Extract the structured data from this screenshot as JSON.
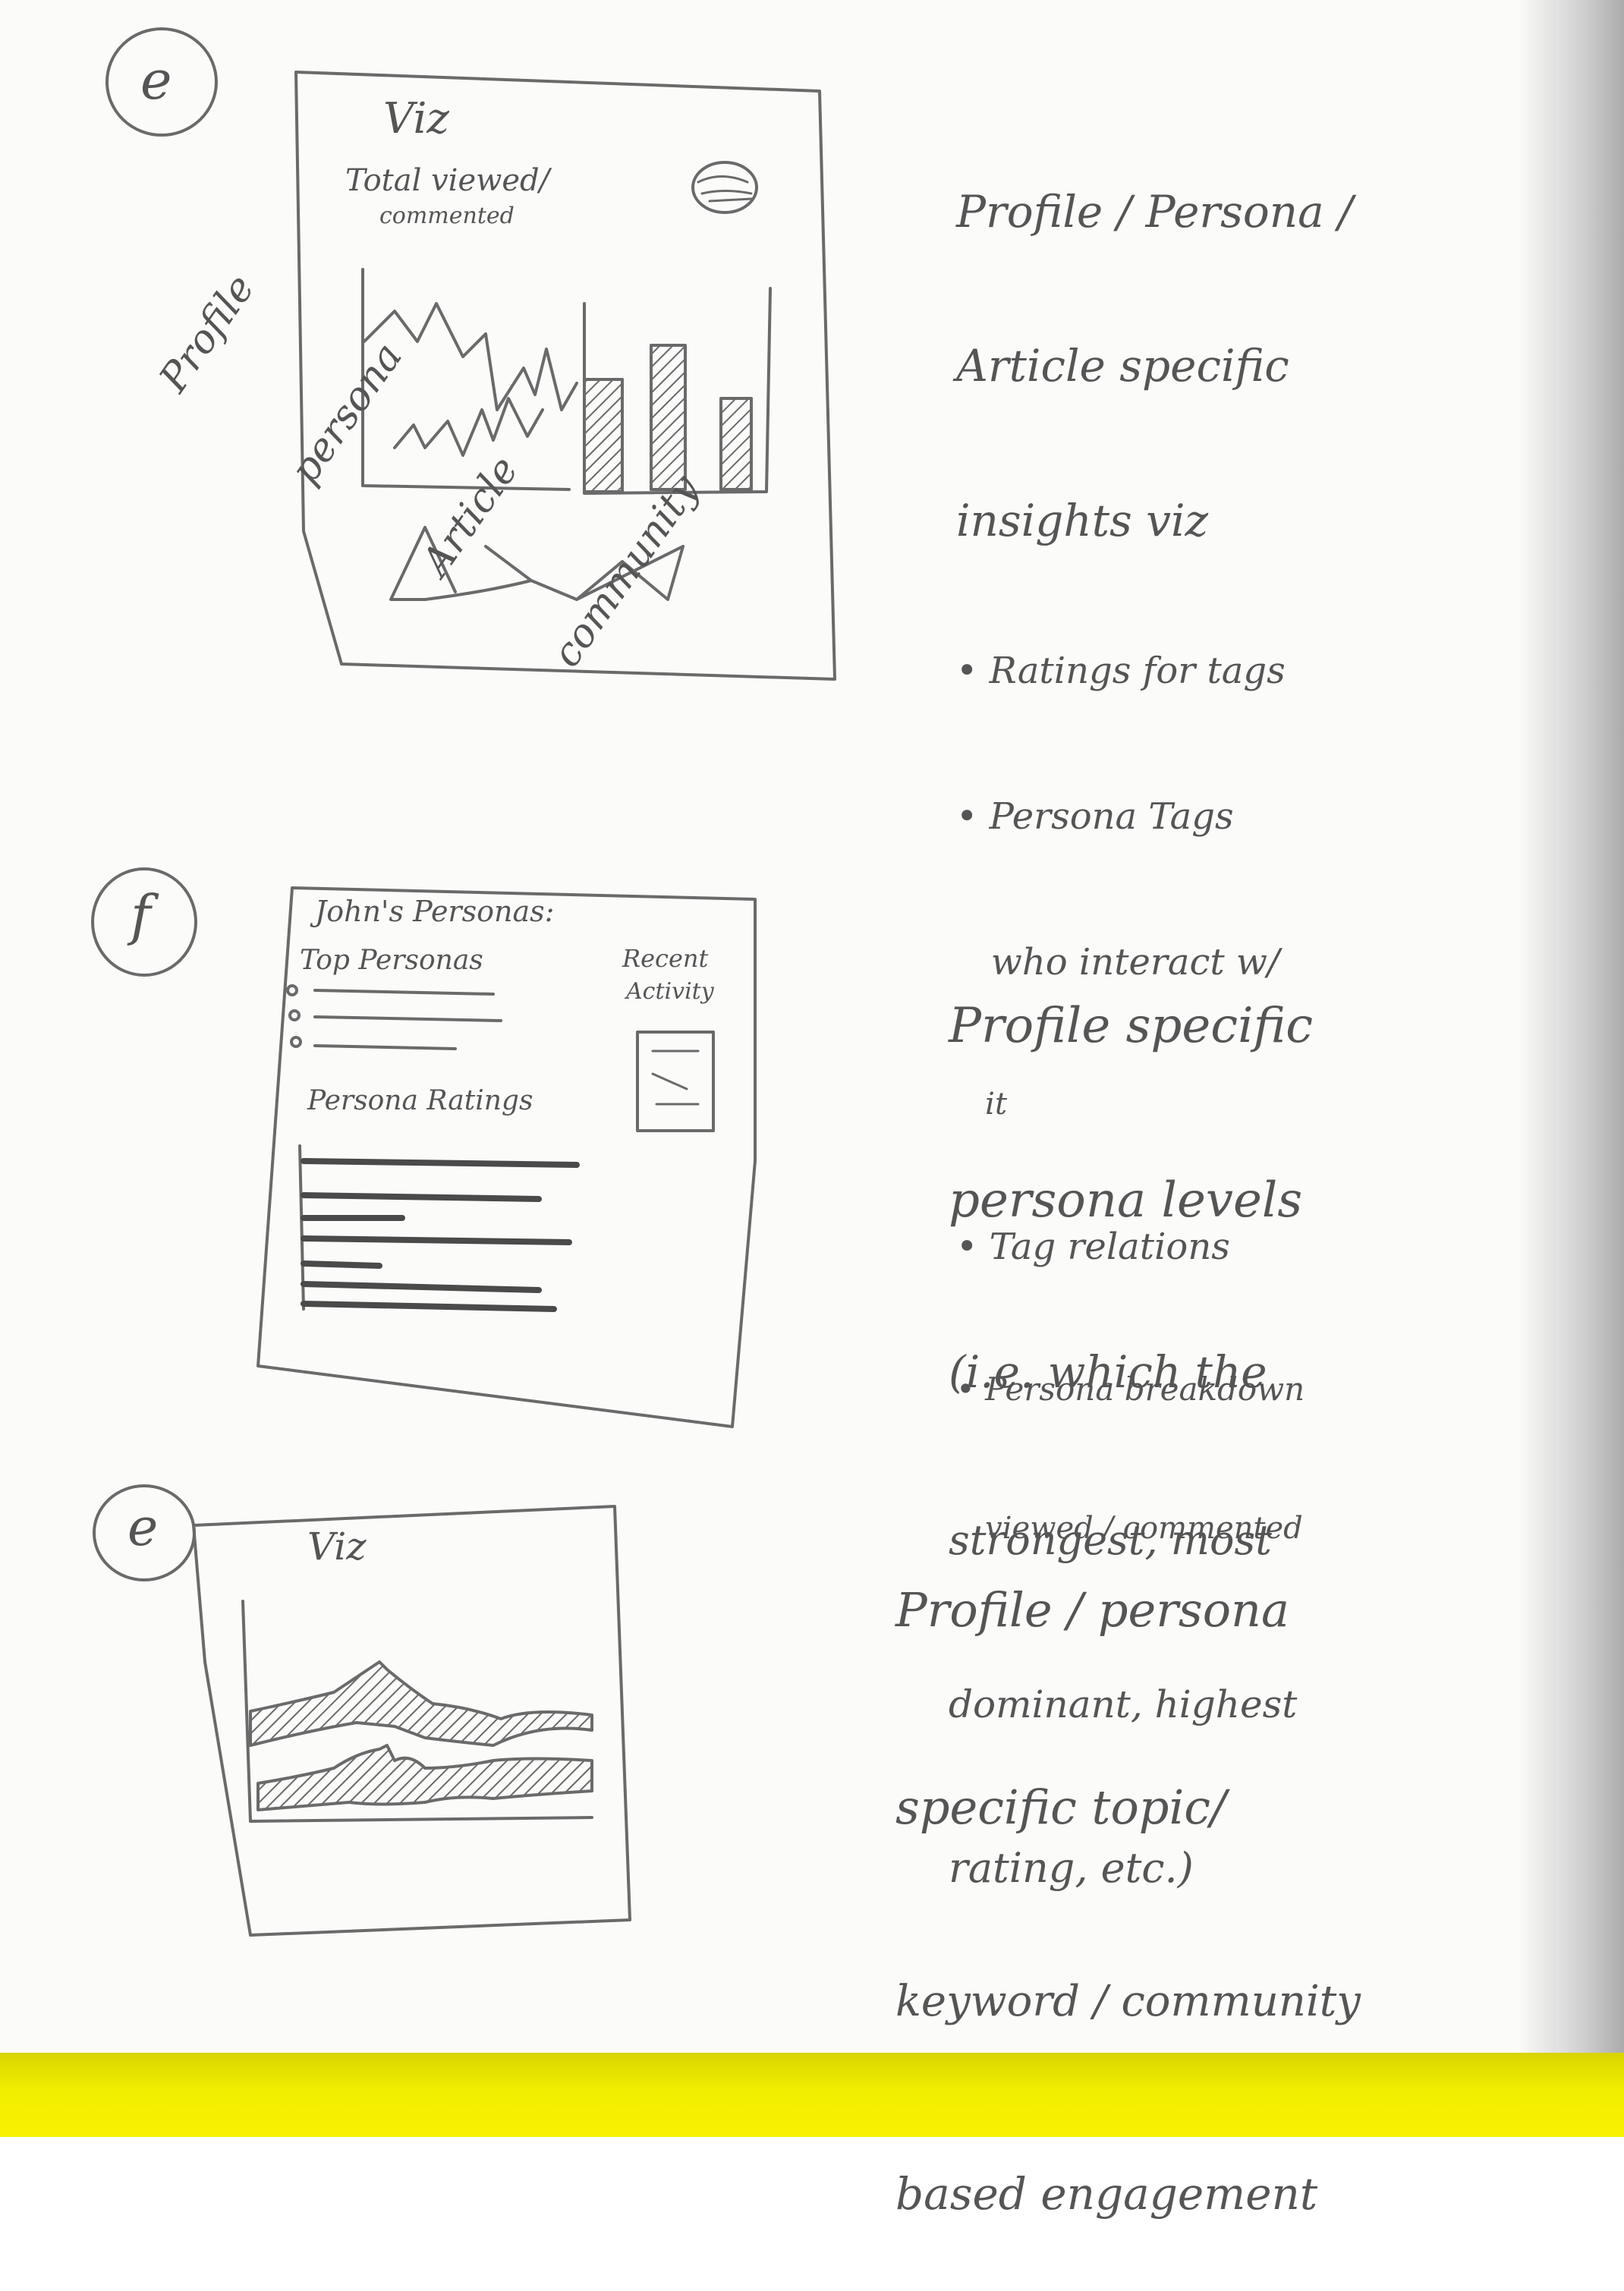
{
  "colors": {
    "paper": "#fbfbfa",
    "pencil": "#555555",
    "strip": "#f2ee00"
  },
  "sketch_e1": {
    "circle_label": "e",
    "side_note": [
      "Profile",
      "persona",
      "Article",
      "community"
    ],
    "frame_title": "Viz",
    "chart_title_1": "Total viewed/",
    "chart_title_2": "commented",
    "description": [
      "Profile / Persona /",
      "Article specific",
      "insights viz",
      "• Ratings for tags",
      "• Persona Tags",
      "   who interact w/",
      "   it",
      "• Tag relations",
      "• Persona breakdown",
      "   viewed / commented"
    ]
  },
  "sketch_f": {
    "circle_label": "f",
    "frame_title": "John's Personas:",
    "top_personas": "Top Personas",
    "recent_activity_1": "Recent",
    "recent_activity_2": "Activity",
    "persona_ratings": "Persona Ratings",
    "description": [
      "Profile specific",
      "persona levels",
      "(i.e. which the",
      "strongest, most",
      "dominant, highest",
      "rating, etc.)"
    ]
  },
  "sketch_e2": {
    "circle_label": "e",
    "frame_title": "Viz",
    "description": [
      "Profile / persona",
      "specific topic/",
      "keyword / community",
      "based engagement"
    ]
  }
}
